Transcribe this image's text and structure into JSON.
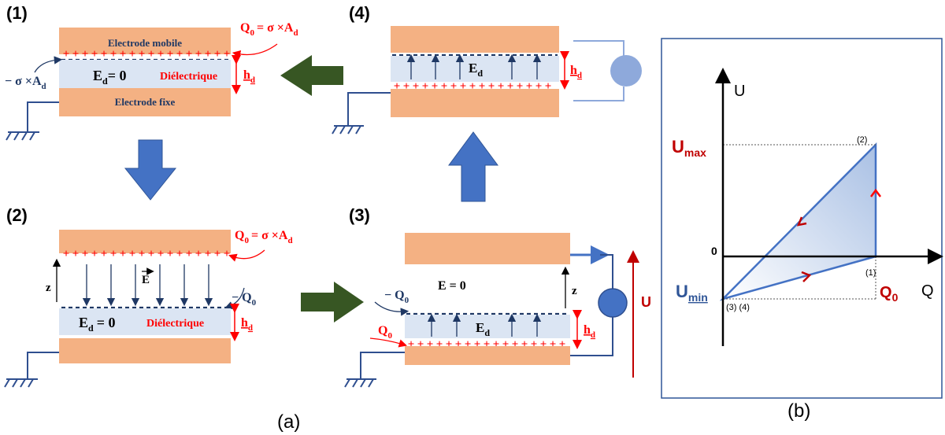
{
  "colors": {
    "electrode": "#f4b183",
    "dielectric": "#dbe5f3",
    "charge_red": "#ff0000",
    "label_navy": "#1f3864",
    "arrow_blue": "#4472c4",
    "arrow_green": "#375623",
    "wire_blue": "#2f4f8f",
    "plot_frame": "#2f5597",
    "triangle_fill": "#c9d8ee",
    "dark_red": "#c00000"
  },
  "panel_labels": {
    "p1": "(1)",
    "p2": "(2)",
    "p3": "(3)",
    "p4": "(4)",
    "a": "(a)",
    "b": "(b)"
  },
  "panel1": {
    "electrode_mobile": "Electrode mobile",
    "electrode_fixe": "Electrode fixe",
    "ed": "E",
    "ed_sub": "d",
    "ed_value": "= 0",
    "dielectrique": "Diélectrique",
    "q0_formula": "Q",
    "q0_sub": "0",
    "q0_rest": "= σ ×A",
    "q0_rest_sub": "d",
    "neg_charge": "− σ ×A",
    "neg_charge_sub": "d",
    "hd": "h",
    "hd_sub": "d"
  },
  "panel2": {
    "q0_formula": "Q",
    "q0_sub": "0",
    "q0_rest": "= σ ×A",
    "q0_rest_sub": "d",
    "z": "z",
    "e_vec": "E",
    "neg_q0": "− Q",
    "neg_q0_sub": "0",
    "ed": "E",
    "ed_sub": "d",
    "ed_value": "= 0",
    "dielectrique": "Diélectrique",
    "hd": "h",
    "hd_sub": "d"
  },
  "panel3": {
    "e_zero": "E = 0",
    "z": "z",
    "neg_q0": "− Q",
    "neg_q0_sub": "0",
    "q0": "Q",
    "q0_sub": "0",
    "ed": "E",
    "ed_sub": "d",
    "hd": "h",
    "hd_sub": "d",
    "u": "U"
  },
  "panel4": {
    "ed": "E",
    "ed_sub": "d",
    "hd": "h",
    "hd_sub": "d"
  },
  "plot": {
    "y_axis": "U",
    "x_axis": "Q",
    "u_max": "U",
    "u_max_sub": "max",
    "u_min": "U",
    "u_min_sub": "min",
    "q0": "Q",
    "q0_sub": "0",
    "origin": "0",
    "pt1": "(1)",
    "pt2": "(2)",
    "pt34": "(3) (4)"
  }
}
